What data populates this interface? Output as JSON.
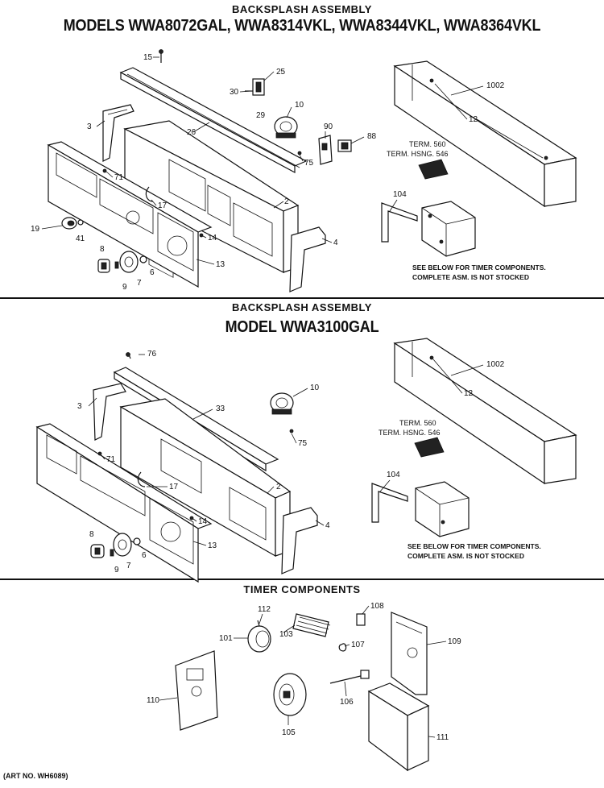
{
  "section1": {
    "heading": "BACKSPLASH ASSEMBLY",
    "models": "MODELS WWA8072GAL, WWA8314VKL, WWA8344VKL, WWA8364VKL",
    "callouts": [
      "15",
      "25",
      "30",
      "29",
      "10",
      "90",
      "88",
      "75",
      "3",
      "26",
      "71",
      "17",
      "2",
      "19",
      "41",
      "14",
      "8",
      "9",
      "7",
      "6",
      "13",
      "4",
      "1002",
      "12",
      "104"
    ],
    "term": "TERM. 560",
    "term_hsng": "TERM. HSNG. 546",
    "note_line1": "SEE BELOW FOR TIMER COMPONENTS.",
    "note_line2": "COMPLETE ASM. IS NOT STOCKED"
  },
  "section2": {
    "heading": "BACKSPLASH ASSEMBLY",
    "model": "MODEL WWA3100GAL",
    "callouts": [
      "76",
      "10",
      "3",
      "33",
      "75",
      "71",
      "17",
      "2",
      "8",
      "14",
      "4",
      "9",
      "7",
      "6",
      "13",
      "1002",
      "12",
      "104"
    ],
    "term": "TERM. 560",
    "term_hsng": "TERM. HSNG. 546",
    "note_line1": "SEE BELOW FOR TIMER COMPONENTS.",
    "note_line2": "COMPLETE ASM. IS NOT STOCKED"
  },
  "section3": {
    "heading": "TIMER COMPONENTS",
    "callouts": [
      "112",
      "108",
      "101",
      "103",
      "107",
      "109",
      "110",
      "106",
      "105",
      "111"
    ]
  },
  "art_no": "(ART NO. WH6089)"
}
